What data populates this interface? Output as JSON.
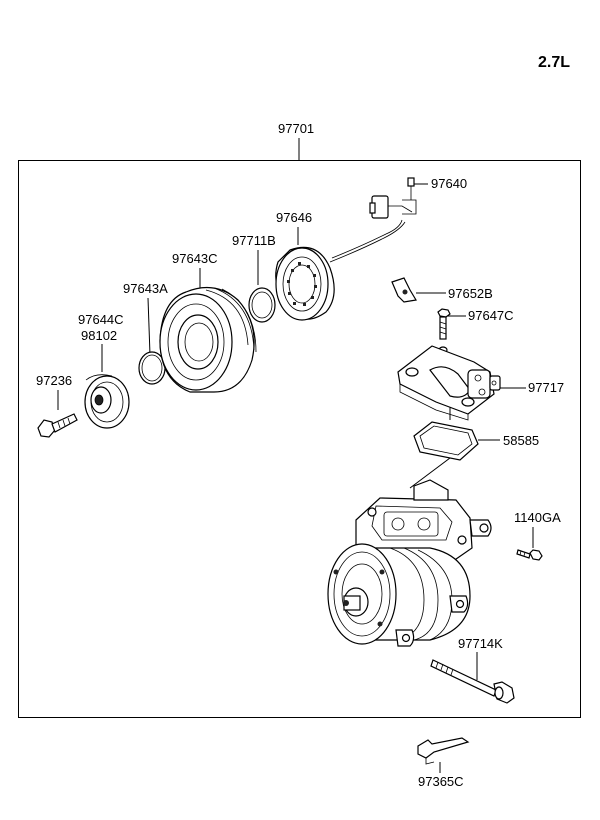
{
  "engine_label": "2.7L",
  "labels": {
    "assembly": "97701",
    "connector_bolt": "97640",
    "field_coil": "97646",
    "snap_ring_b": "97711B",
    "pulley": "97643C",
    "bracket": "97652B",
    "snap_ring_a": "97643A",
    "bolt": "97647C",
    "hub": "97644C",
    "shim": "98102",
    "valve_block": "97717",
    "center_bolt": "97236",
    "gasket": "58585",
    "mount_bolt": "1140GA",
    "long_bolt": "97714K",
    "clip": "97365C"
  }
}
